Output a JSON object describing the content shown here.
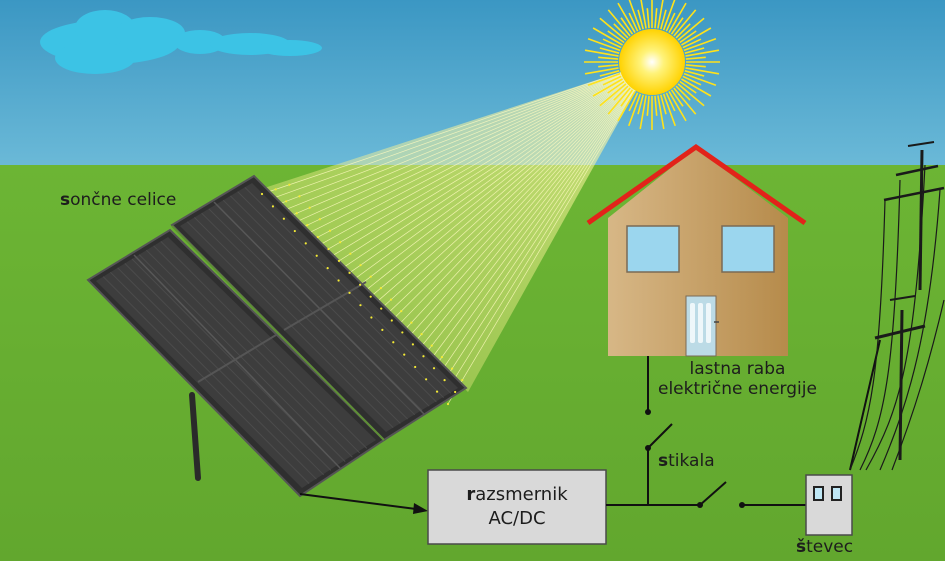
{
  "labels": {
    "solar_cells_first": "s",
    "solar_cells_rest": "ončne celice",
    "inverter_line1_first": "r",
    "inverter_line1_rest": "azsmernik",
    "inverter_line2": "AC/DC",
    "self_use_line1": "lastna raba",
    "self_use_line2": "električne energije",
    "switches_first": "s",
    "switches_rest": "tikala",
    "meter_first": "š",
    "meter_rest": "tevec"
  },
  "icons": [
    "cloud-icon",
    "sun-icon",
    "solar-panel-icon",
    "house-icon",
    "inverter-icon",
    "switch-icon",
    "meter-icon",
    "power-pole-icon"
  ],
  "colors": {
    "sky": "#4aa3c9",
    "grass": "#6fb335",
    "cloud": "#3cc3e5",
    "sun": "#ffe21a",
    "panel": "#3b3b3b",
    "roof": "#e2231a",
    "house_wall": "#c9a46a",
    "window": "#8fd3ee",
    "inverter_box": "#d9d9d9"
  }
}
